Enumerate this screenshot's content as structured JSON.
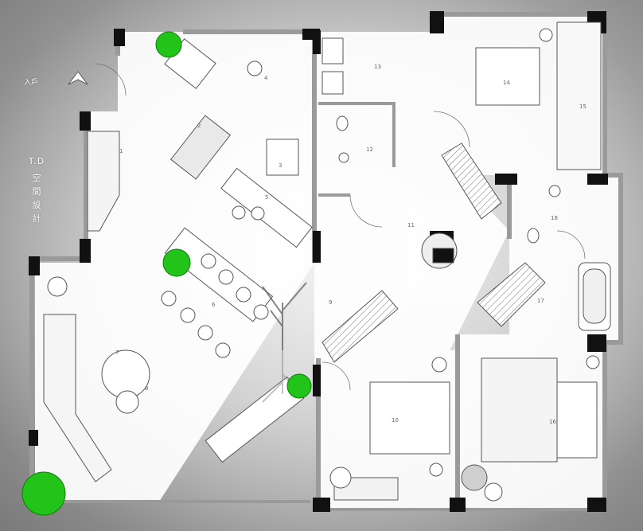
{
  "brand": {
    "abbr": "T.D",
    "chars": [
      "空",
      "間",
      "設",
      "計"
    ]
  },
  "entry_label": "入戶",
  "rooms": [
    {
      "num": "1"
    },
    {
      "num": "2"
    },
    {
      "num": "3"
    },
    {
      "num": "4"
    },
    {
      "num": "5"
    },
    {
      "num": "6"
    },
    {
      "num": "7"
    },
    {
      "num": "8"
    },
    {
      "num": "9"
    },
    {
      "num": "10"
    },
    {
      "num": "11"
    },
    {
      "num": "12"
    },
    {
      "num": "13"
    },
    {
      "num": "14"
    },
    {
      "num": "15"
    },
    {
      "num": "16"
    },
    {
      "num": "17"
    },
    {
      "num": "18"
    }
  ],
  "colors": {
    "wall": "#111111",
    "wall_light": "#9a9a9a",
    "floor": "#ffffff",
    "plant": "#22c41a",
    "furniture_stroke": "#555555"
  }
}
